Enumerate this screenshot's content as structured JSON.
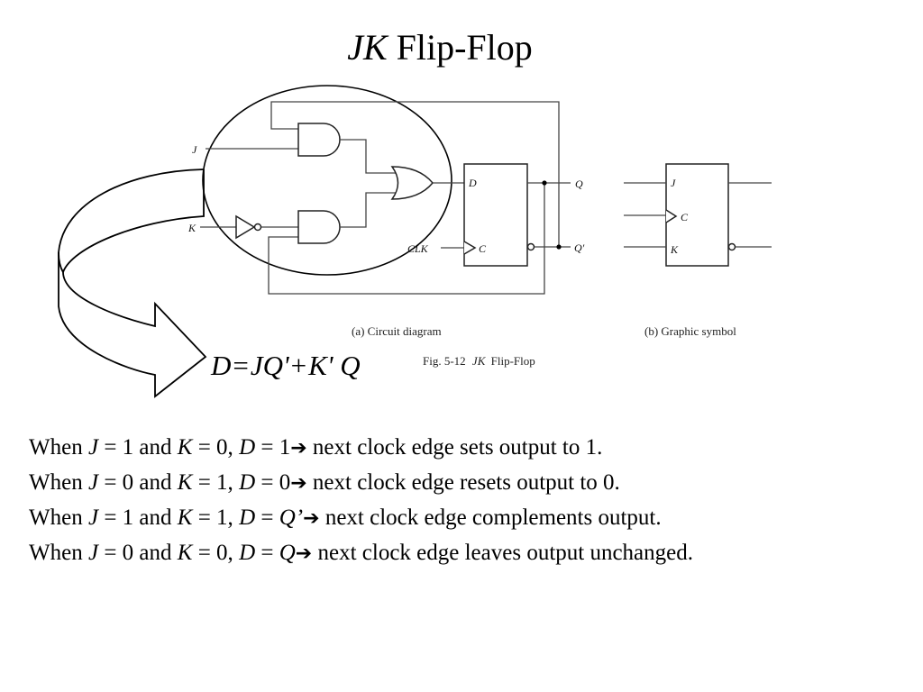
{
  "title": {
    "italic": "JK",
    "rest": " Flip-Flop"
  },
  "circuit": {
    "inputs": {
      "j": "J",
      "k": "K",
      "clk": "CLK"
    },
    "dff_pins": {
      "d": "D",
      "c": "C"
    },
    "outputs": {
      "q": "Q",
      "q_bar": "Q′"
    },
    "gates": [
      "AND",
      "AND",
      "OR",
      "NOT"
    ],
    "caption": "(a) Circuit diagram"
  },
  "symbol": {
    "pins": {
      "j": "J",
      "c": "C",
      "k": "K"
    },
    "caption": "(b) Graphic symbol"
  },
  "figure_caption": {
    "prefix": "Fig. 5-12",
    "italic": "JK",
    "rest": "Flip-Flop"
  },
  "equation": {
    "lhs": "D",
    "eq": "=",
    "t1": "JQ'",
    "plus": "+",
    "t2": "K' Q"
  },
  "rules": [
    {
      "w": "When ",
      "j": "J",
      "a": " = 1 and ",
      "k": "K",
      "b": " = 0, ",
      "d": "D",
      "c": " = 1",
      "arrow": "➔",
      "text": " next clock edge sets output to 1."
    },
    {
      "w": "When ",
      "j": "J",
      "a": " = 0 and ",
      "k": "K",
      "b": " = 1, ",
      "d": "D",
      "c": " = 0",
      "arrow": "➔",
      "text": " next clock edge resets output to 0."
    },
    {
      "w": "When ",
      "j": "J",
      "a": " = 1 and ",
      "k": "K",
      "b": " = 1, ",
      "d": "D",
      "c": " = ",
      "qv": "Q’",
      "arrow": "➔",
      "text": " next clock edge complements output."
    },
    {
      "w": "When ",
      "j": "J",
      "a": " = 0 and ",
      "k": "K",
      "b": " = 0, ",
      "d": "D",
      "c": " = ",
      "qv": "Q",
      "arrow": "➔",
      "text": " next clock edge leaves output unchanged."
    }
  ]
}
